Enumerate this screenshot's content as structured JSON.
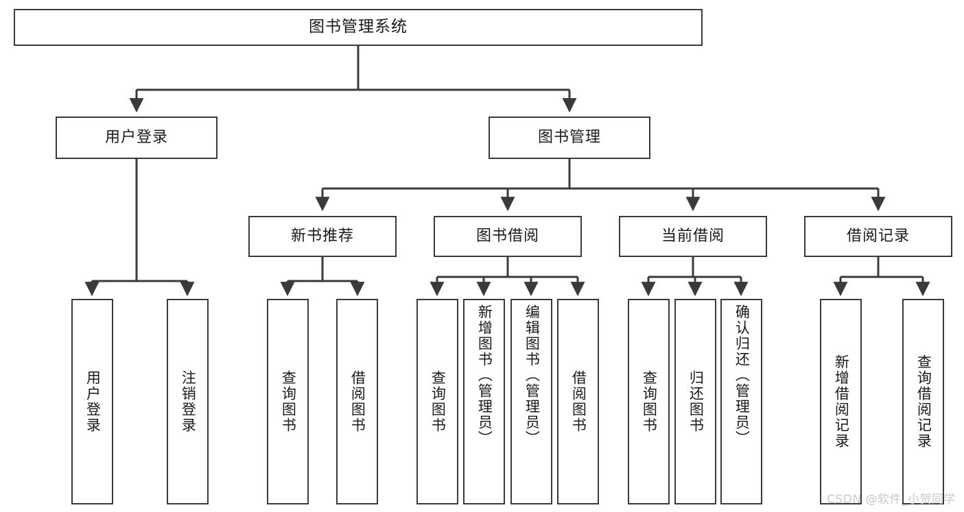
{
  "diagram": {
    "type": "tree",
    "title": "图书管理系统",
    "watermark": "CSDN @软件_小贺同学",
    "colors": {
      "box_border": "#3a3a3a",
      "box_fill": "#ffffff",
      "connector": "#3a3a3a",
      "text": "#1a1a1a",
      "watermark": "#c9c9c9",
      "background": "#ffffff"
    },
    "nodes": {
      "root": {
        "label": "图书管理系统"
      },
      "level1": [
        {
          "label": "用户登录"
        },
        {
          "label": "图书管理"
        }
      ],
      "level2": [
        {
          "label": "新书推荐"
        },
        {
          "label": "图书借阅"
        },
        {
          "label": "当前借阅"
        },
        {
          "label": "借阅记录"
        }
      ],
      "leaves_user_login": [
        {
          "label": "用户登录"
        },
        {
          "label": "注销登录"
        }
      ],
      "leaves_new_book": [
        {
          "label": "查询图书"
        },
        {
          "label": "借阅图书"
        }
      ],
      "leaves_borrow": [
        {
          "label": "查询图书"
        },
        {
          "label": "新增图书（管理员）"
        },
        {
          "label": "编辑图书（管理员）"
        },
        {
          "label": "借阅图书"
        }
      ],
      "leaves_current": [
        {
          "label": "查询图书"
        },
        {
          "label": "归还图书"
        },
        {
          "label": "确认归还（管理员）"
        }
      ],
      "leaves_record": [
        {
          "label": "新增借阅记录"
        },
        {
          "label": "查询借阅记录"
        }
      ]
    }
  }
}
